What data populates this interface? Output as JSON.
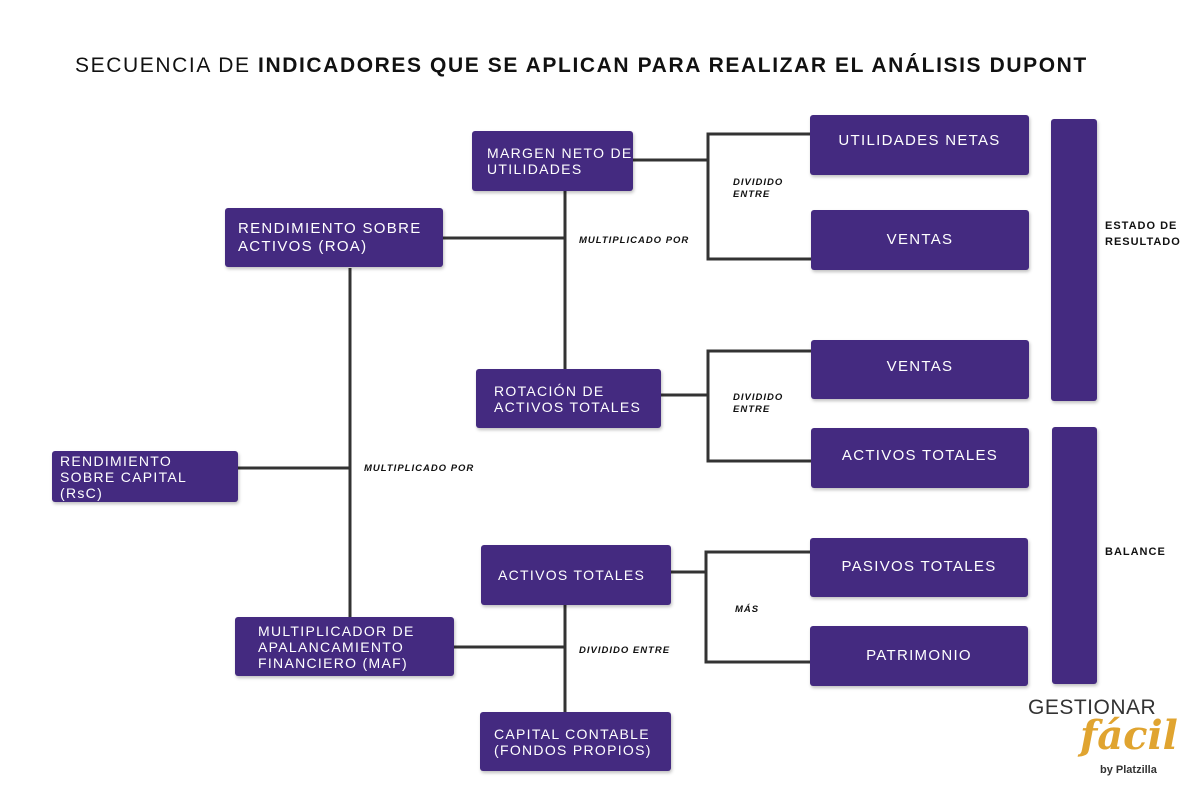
{
  "title": {
    "normal": "SECUENCIA DE ",
    "bold": "INDICADORES QUE SE APLICAN PARA REALIZAR EL ANÁLISIS DUPONT"
  },
  "nodes": {
    "rsc": "RENDIMIENTO SOBRE CAPITAL (RsC)",
    "roa": "RENDIMIENTO SOBRE ACTIVOS (ROA)",
    "maf": "MULTIPLICADOR DE APALANCAMIENTO FINANCIERO (MAF)",
    "margen": "MARGEN NETO DE UTILIDADES",
    "rotacion": "ROTACIÓN DE ACTIVOS TOTALES",
    "activos_totales_mid": "ACTIVOS TOTALES",
    "capital_contable": "CAPITAL CONTABLE (FONDOS PROPIOS)",
    "utilidades_netas": "UTILIDADES NETAS",
    "ventas_1": "VENTAS",
    "ventas_2": "VENTAS",
    "activos_totales_right": "ACTIVOS TOTALES",
    "pasivos_totales": "PASIVOS TOTALES",
    "patrimonio": "PATRIMONIO"
  },
  "operators": {
    "multiplicado_por_1": "MULTIPLICADO POR",
    "multiplicado_por_2": "MULTIPLICADO POR",
    "dividido_entre_1": "DIVIDIDO ENTRE",
    "dividido_entre_2": "DIVIDIDO ENTRE",
    "dividido_entre_3": "DIVIDIDO ENTRE",
    "mas": "MÁS"
  },
  "groups": {
    "estado_resultado": "ESTADO DE RESULTADO",
    "balance": "BALANCE"
  },
  "logo": {
    "top": "GESTIONAR",
    "script": "fácil",
    "by": "by Platzilla"
  },
  "colors": {
    "box": "#442a80",
    "accent": "#e0a430",
    "line": "#333333"
  }
}
